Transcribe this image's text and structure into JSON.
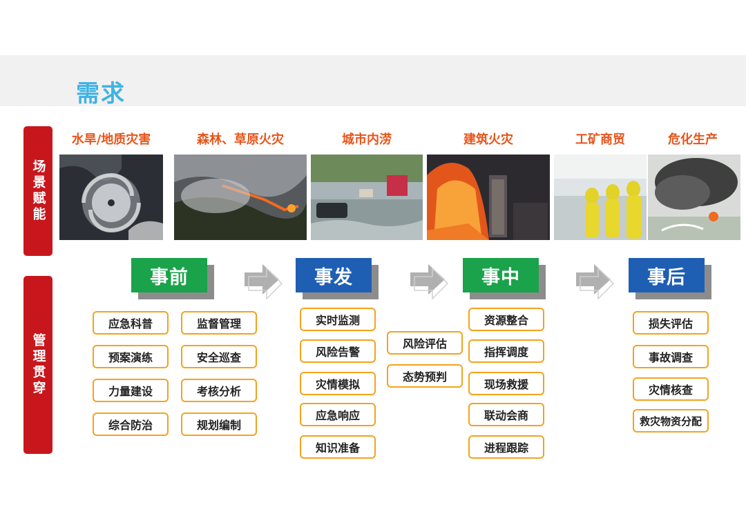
{
  "page": {
    "title": "需求"
  },
  "side_labels": {
    "scene": "场景赋能",
    "management": "管理贯穿"
  },
  "scenarios": [
    {
      "title": "水旱/地质灾害",
      "image": "typhoon-satellite-image"
    },
    {
      "title": "森林、草原火灾",
      "image": "forest-fire-image"
    },
    {
      "title": "城市内涝",
      "image": "urban-flood-image"
    },
    {
      "title": "建筑火灾",
      "image": "building-fire-image"
    },
    {
      "title": "工矿商贸",
      "image": "hazmat-workers-image"
    },
    {
      "title": "危化生产",
      "image": "chemical-fire-image"
    }
  ],
  "phases": [
    {
      "label": "事前",
      "color": "#1aa34a"
    },
    {
      "label": "事发",
      "color": "#1e5fb4"
    },
    {
      "label": "事中",
      "color": "#1aa34a"
    },
    {
      "label": "事后",
      "color": "#1e5fb4"
    }
  ],
  "before": {
    "left": [
      "应急科普",
      "预案演练",
      "力量建设",
      "综合防治"
    ],
    "right": [
      "监督管理",
      "安全巡查",
      "考核分析",
      "规划编制"
    ]
  },
  "occur": [
    "实时监测",
    "风险告警",
    "灾情模拟",
    "应急响应",
    "知识准备"
  ],
  "assess": [
    "风险评估",
    "态势预判"
  ],
  "during": [
    "资源整合",
    "指挥调度",
    "现场救援",
    "联动会商",
    "进程跟踪"
  ],
  "after": [
    "损失评估",
    "事故调查",
    "灾情核查",
    "救灾物资分配"
  ],
  "colors": {
    "title": "#3fb3e3",
    "side": "#c8161d",
    "scene_title": "#e8541a",
    "box_border": "#f4a21c"
  }
}
